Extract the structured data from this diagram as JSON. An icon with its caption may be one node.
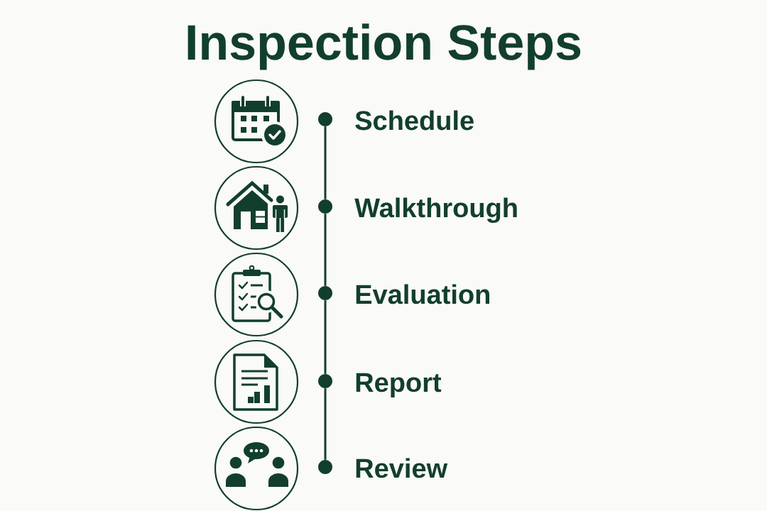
{
  "diagram": {
    "title": "Inspection Steps",
    "nodes": [
      {
        "text": [],
        "shape": "circle",
        "beside": [
          "Schedule"
        ]
      },
      {
        "text": [],
        "shape": "circle",
        "beside": [
          "Walkthrough"
        ]
      },
      {
        "text": [],
        "shape": "circle",
        "beside": [
          "Evaluation"
        ]
      },
      {
        "text": [],
        "shape": "circle",
        "beside": [
          "Report"
        ]
      },
      {
        "text": [],
        "shape": "circle",
        "beside": [
          "Review"
        ]
      }
    ],
    "edges": [
      {
        "from": 0,
        "to": 1,
        "arrow": "none"
      },
      {
        "from": 1,
        "to": 2,
        "arrow": "none"
      },
      {
        "from": 2,
        "to": 3,
        "arrow": "none"
      },
      {
        "from": 3,
        "to": 4,
        "arrow": "none"
      }
    ]
  }
}
